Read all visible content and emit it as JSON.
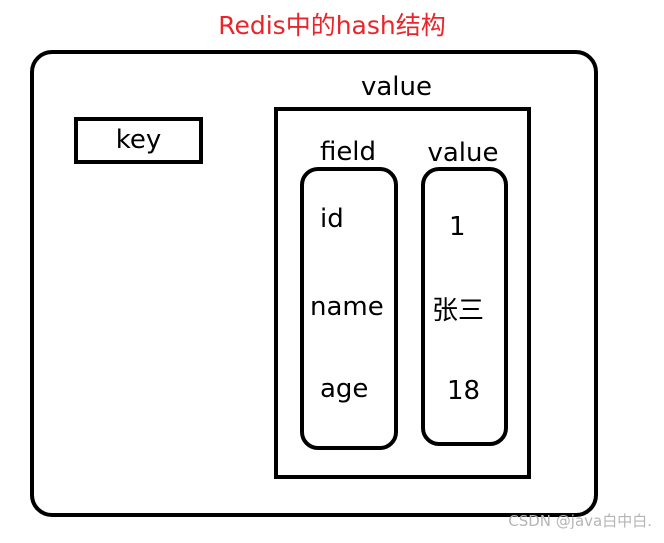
{
  "title": "Redis中的hash结构",
  "outer_value_label": "value",
  "key_label": "key",
  "field_column": {
    "header": "field",
    "items": [
      "id",
      "name",
      "age"
    ]
  },
  "value_column": {
    "header": "value",
    "items": [
      "1",
      "张三",
      "18"
    ]
  },
  "watermark": "CSDN @java白中白.",
  "colors": {
    "title": "#e8252a",
    "border": "#000000",
    "watermark": "#b5b5b5"
  }
}
